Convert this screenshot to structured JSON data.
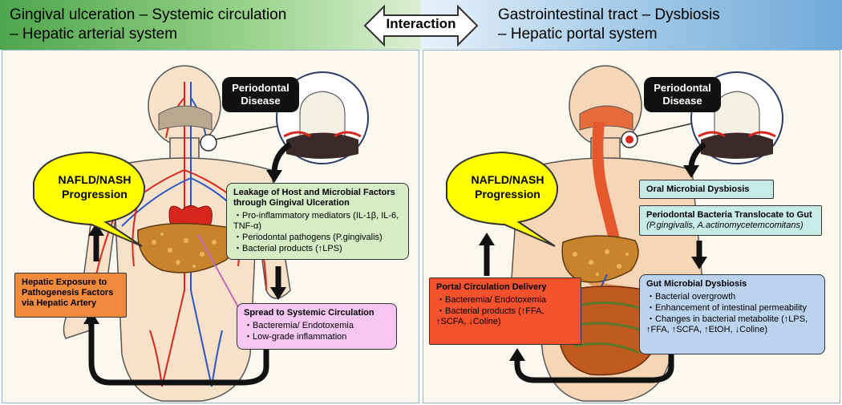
{
  "header": {
    "left_line1": "Gingival ulceration – Systemic circulation",
    "left_line2": "– Hepatic arterial system",
    "right_line1": "Gastrointestinal tract – Dysbiosis",
    "right_line2": "– Hepatic portal system",
    "interaction": "Interaction"
  },
  "left": {
    "periodontal": "Periodontal Disease",
    "nafld": "NAFLD/NASH Progression",
    "leakage_title": "Leakage of Host and Microbial Factors through Gingival Ulceration",
    "leakage_items": [
      "・Pro-inflammatory mediators (IL-1β, IL-6, TNF-α)",
      "・Periodontal pathogens (P.gingivalis)",
      "・Bacterial products (↑LPS)"
    ],
    "hepatic_exposure": "Hepatic Exposure to Pathogenesis Factors via Hepatic Artery",
    "spread_title": "Spread to Systemic Circulation",
    "spread_items": [
      "・Bacteremia/ Endotoxemia",
      "・Low-grade inflammation"
    ]
  },
  "right": {
    "periodontal": "Periodontal Disease",
    "nafld": "NAFLD/NASH Progression",
    "oral_dysbiosis": "Oral Microbial Dysbiosis",
    "translocate_title": "Periodontal Bacteria Translocate to Gut",
    "translocate_species": "(P.gingivalis, A.actinomycetemcomitans)",
    "portal_title": "Portal Circulation Delivery",
    "portal_items": [
      "・Bacteremia/ Endotoxemia",
      "・Bacterial products (↑FFA, ↑SCFA, ↓Coline)"
    ],
    "gut_title": "Gut Microbial Dysbiosis",
    "gut_items": [
      "・Bacterial overgrowth",
      "・Enhancement of intestinal permeability",
      "・Changes in bacterial metabolite (↑LPS, ↑FFA, ↑SCFA, ↑EtOH, ↓Coline)"
    ]
  },
  "colors": {
    "yellow_bubble": "#ffff00",
    "green_box": "#d6ecc4",
    "orange_box": "#f08a3c",
    "pink_box": "#f6c6f2",
    "teal_box": "#c7ebe6",
    "blue_box": "#bcd3ef",
    "red_box": "#f4522c"
  }
}
